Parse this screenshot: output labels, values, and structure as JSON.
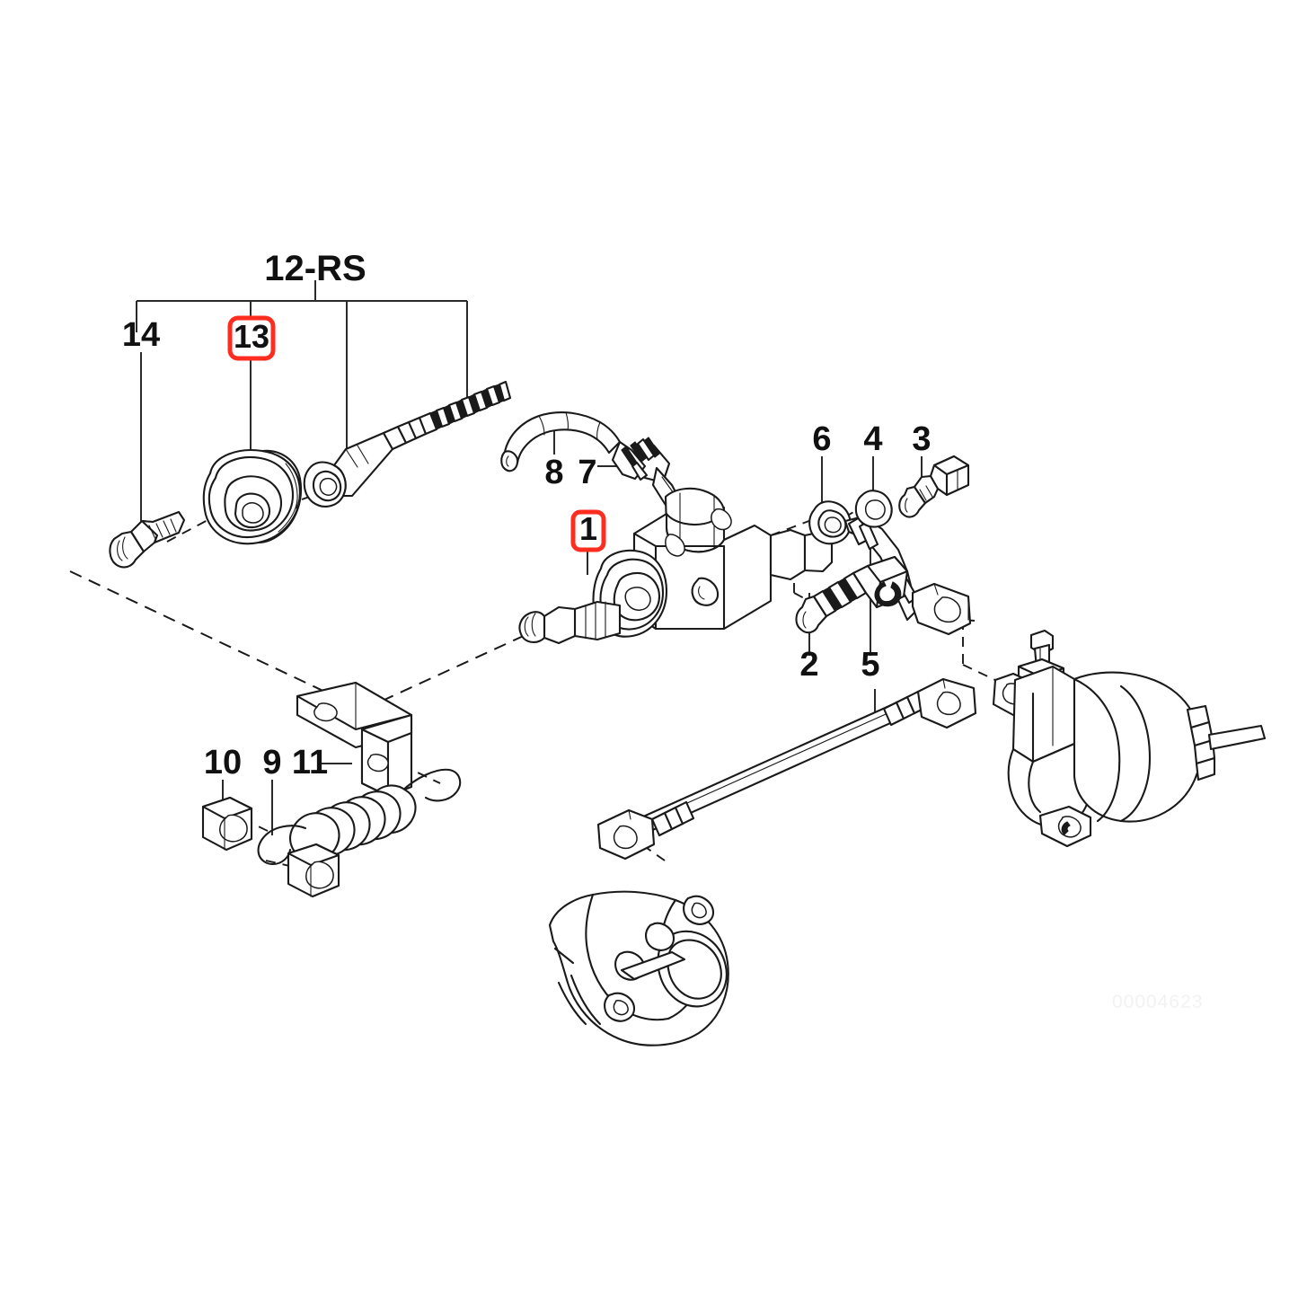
{
  "diagram": {
    "title": "Clutch master cylinder and hydraulic line exploded parts diagram",
    "watermark": "00004623",
    "group_label": "12-RS",
    "highlight_color": "#ff2d20",
    "line_color": "#1a1a1a",
    "background": "#ffffff"
  },
  "callouts": {
    "n1": {
      "label": "1",
      "name": "clutch-master-cylinder",
      "highlighted": true
    },
    "n2": {
      "label": "2",
      "name": "banjo-bolt-lower",
      "highlighted": false
    },
    "n3": {
      "label": "3",
      "name": "hex-bolt-upper",
      "highlighted": false
    },
    "n4": {
      "label": "4",
      "name": "sealing-washer",
      "highlighted": false
    },
    "n5": {
      "label": "5",
      "name": "hydraulic-pressure-line",
      "highlighted": false
    },
    "n6": {
      "label": "6",
      "name": "short-hydraulic-hose",
      "highlighted": false
    },
    "n7": {
      "label": "7",
      "name": "hose-connector-fitting",
      "highlighted": false
    },
    "n8": {
      "label": "8",
      "name": "supply-hose",
      "highlighted": false
    },
    "n9": {
      "label": "9",
      "name": "return-spring",
      "highlighted": false
    },
    "n10": {
      "label": "10",
      "name": "bushing-pair",
      "highlighted": false
    },
    "n11": {
      "label": "11",
      "name": "mounting-bracket",
      "highlighted": false
    },
    "n12": {
      "label": "12-RS",
      "name": "repair-set-group",
      "highlighted": false
    },
    "n13": {
      "label": "13",
      "name": "rubber-boot-seal",
      "highlighted": true
    },
    "n14": {
      "label": "14",
      "name": "pushrod-stop-bolt",
      "highlighted": false
    }
  }
}
